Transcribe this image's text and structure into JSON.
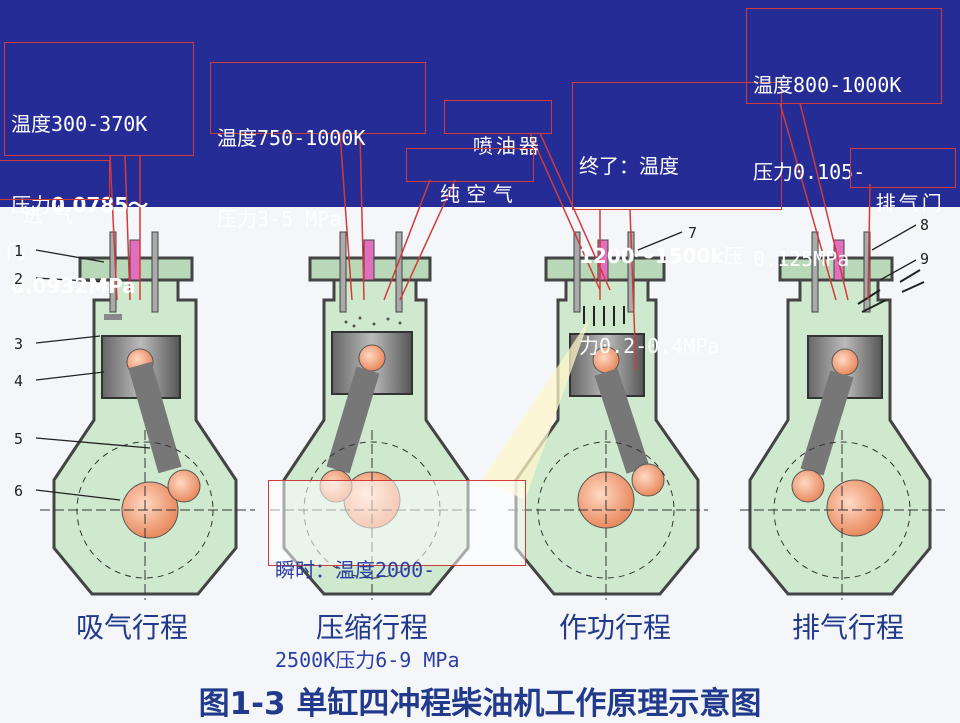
{
  "callouts": {
    "intake": {
      "line1": "温度300-370K",
      "line2a": "压力",
      "line2b": "0.0785～",
      "line3": "0.0932MPa"
    },
    "compression": {
      "line1": "温度750-1000K",
      "line2": "压力3-5 MPa"
    },
    "injector": {
      "label": "喷油器"
    },
    "pure_air": {
      "label": "纯 空 气"
    },
    "combustion_end": {
      "line1": "终了：温度",
      "line2a": "1200～1500k",
      "line2b": "压",
      "line3": "力0.2-0.4MPa"
    },
    "exhaust": {
      "line1": "温度800-1000K",
      "line2": "压力0.105-",
      "line3": "0.125MPa"
    },
    "intake_valve": {
      "label": "进 气 门"
    },
    "exhaust_valve": {
      "label": "排气门"
    },
    "instant": {
      "line1": "瞬时：温度2000-",
      "line2": "2500K压力6-9 MPa"
    }
  },
  "part_numbers": [
    "1",
    "2",
    "3",
    "4",
    "5",
    "6",
    "7",
    "8",
    "9"
  ],
  "strokes": [
    "吸气行程",
    "压缩行程",
    "作功行程",
    "排气行程"
  ],
  "caption": "图1-3  单缸四冲程柴油机工作原理示意图",
  "colors": {
    "band": "#262c96",
    "callout_border": "#d23a3a",
    "cylinder_fill": "#cfe9cf",
    "caption": "#223a8c"
  }
}
